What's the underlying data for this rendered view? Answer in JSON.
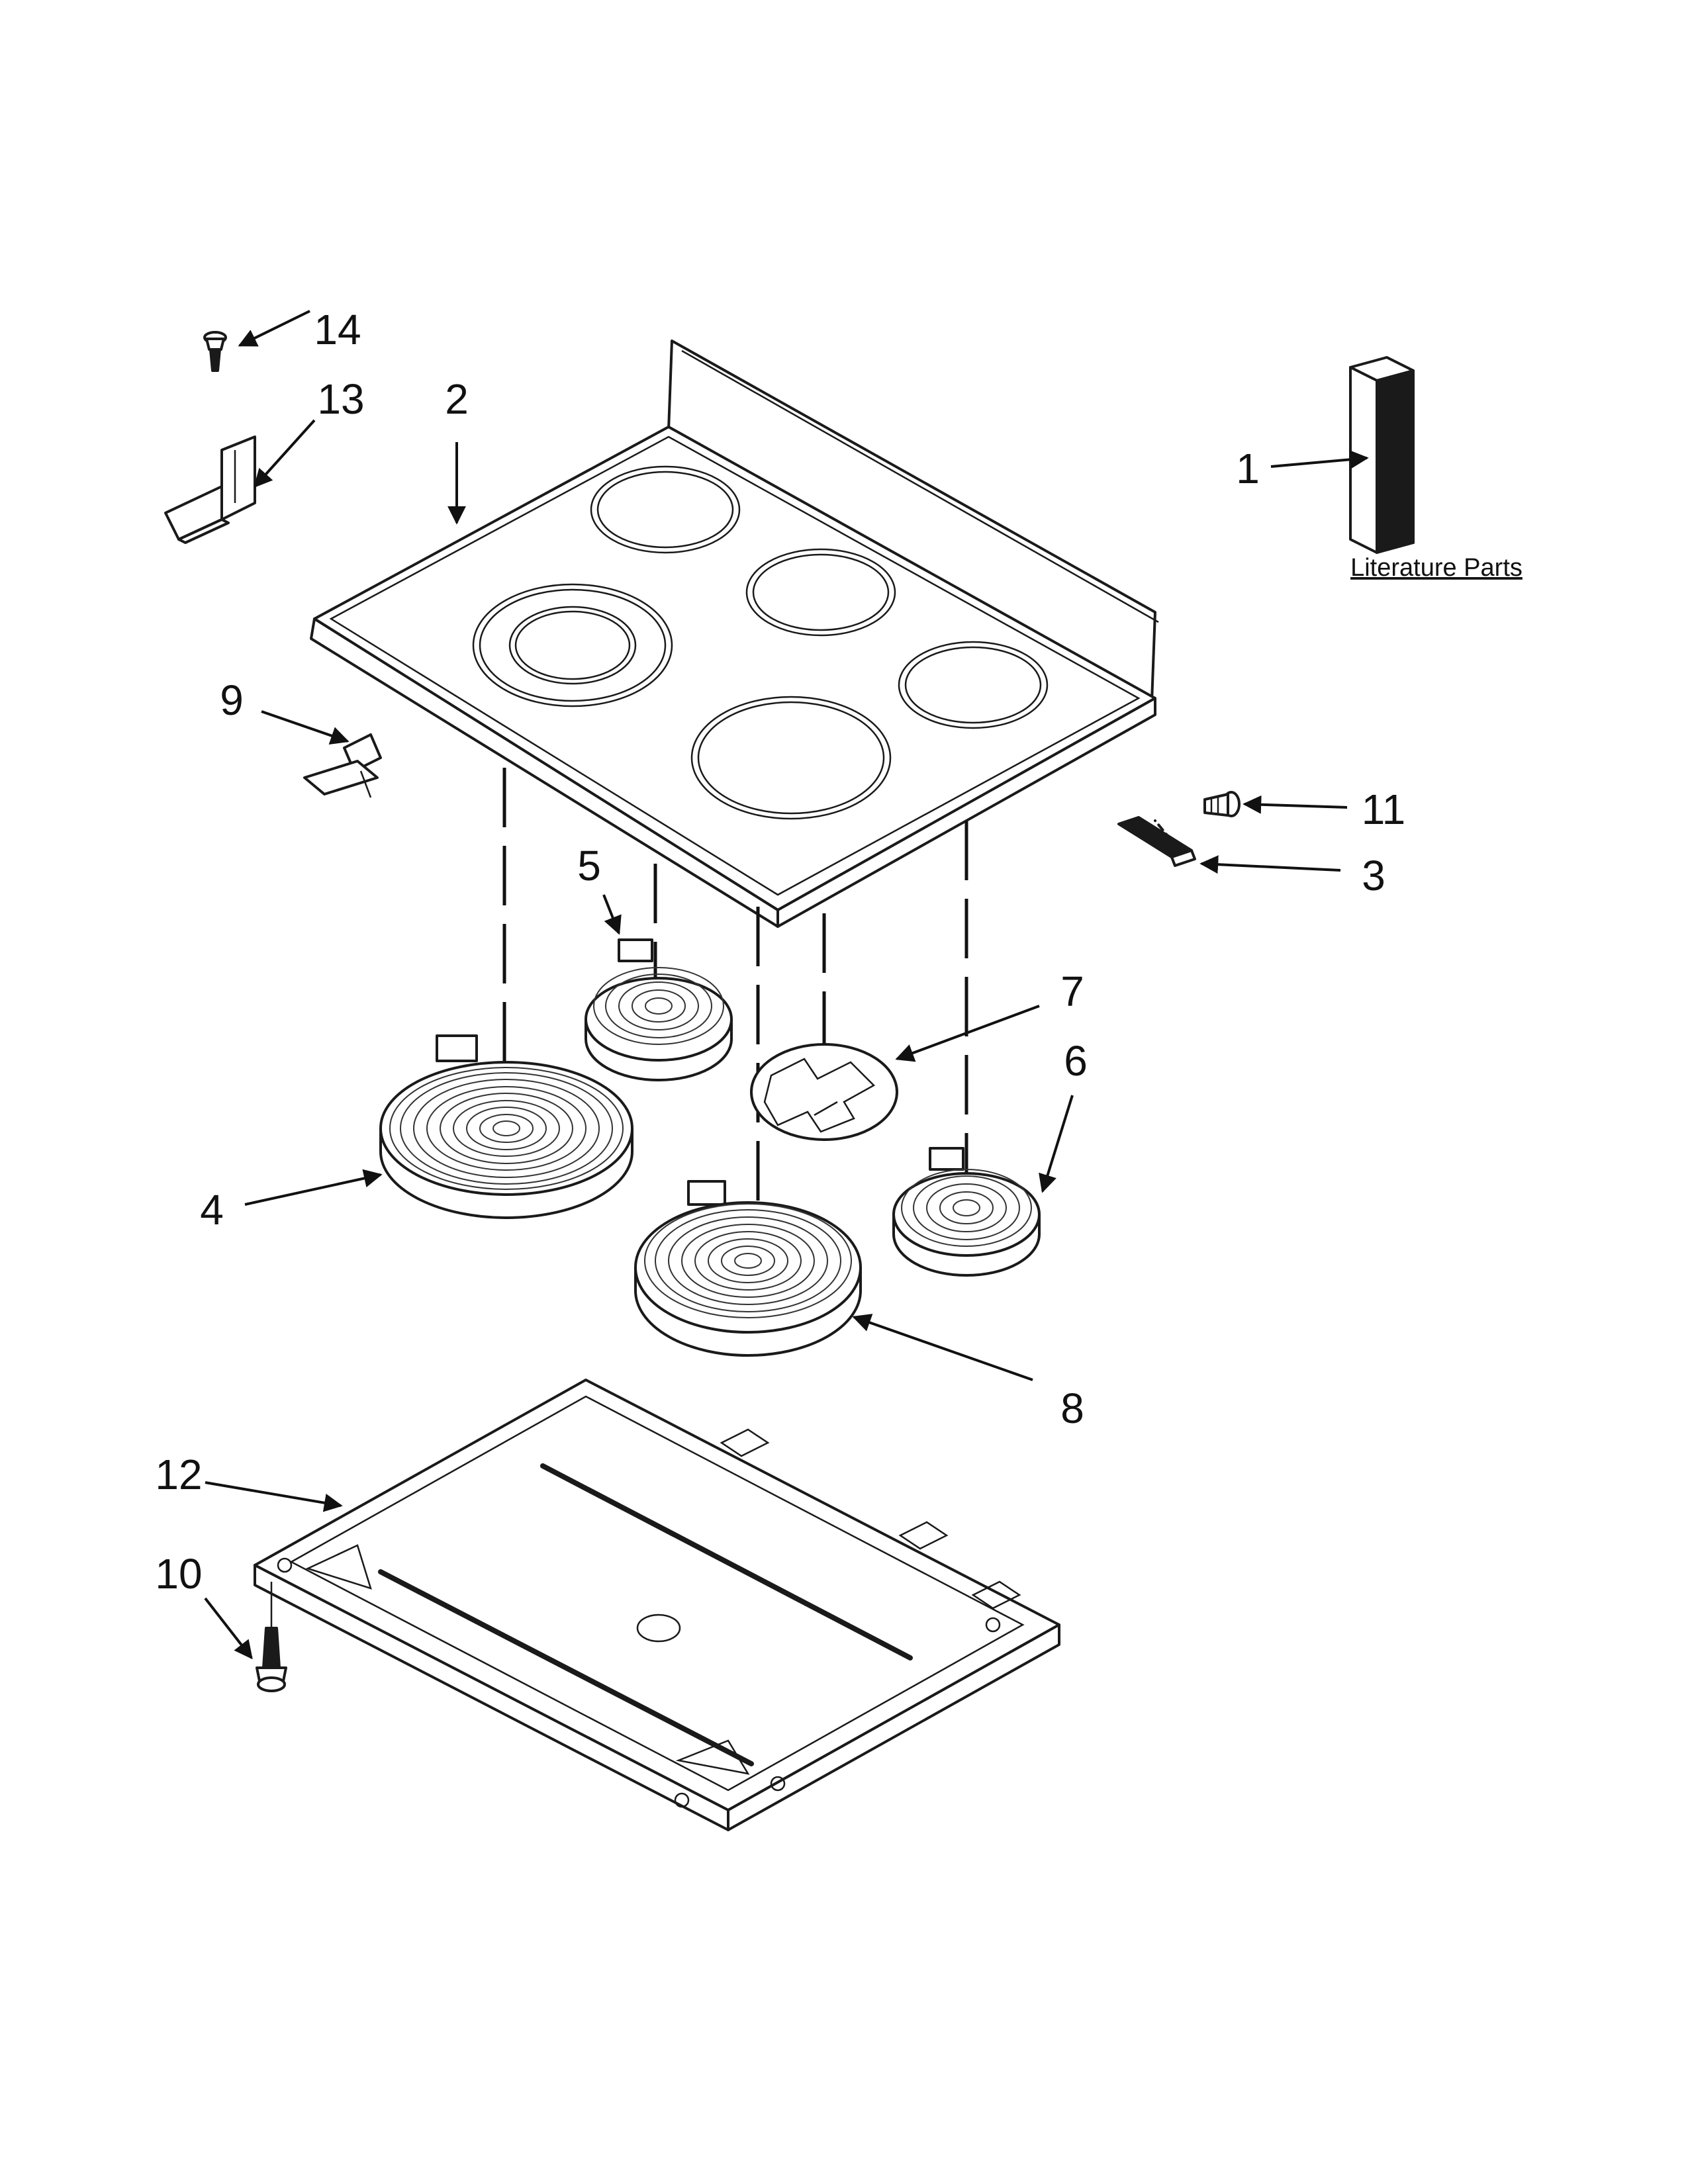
{
  "diagram": {
    "literature_label": "Literature Parts",
    "callouts": {
      "c1": "1",
      "c2": "2",
      "c3": "3",
      "c4": "4",
      "c5": "5",
      "c6": "6",
      "c7": "7",
      "c8": "8",
      "c9": "9",
      "c10": "10",
      "c11": "11",
      "c12": "12",
      "c13": "13",
      "c14": "14"
    }
  }
}
